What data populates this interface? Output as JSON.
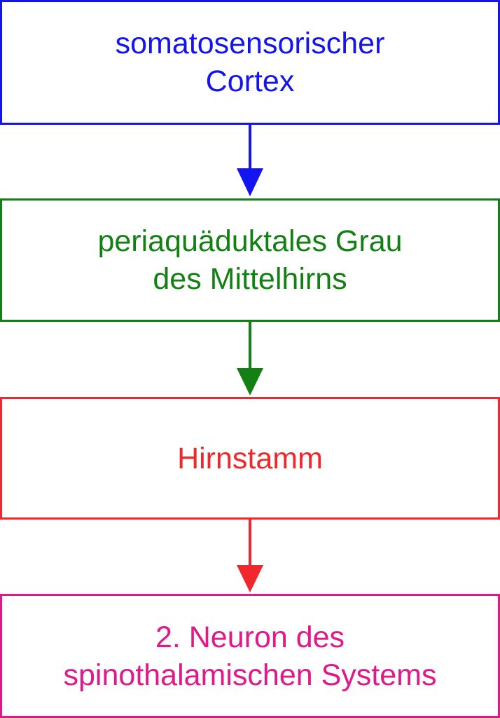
{
  "boxes": [
    {
      "lines": [
        "somatosensorischer",
        "Cortex"
      ],
      "color": "#1414f0"
    },
    {
      "lines": [
        "periaquäduktales Grau",
        "des Mittelhirns"
      ],
      "color": "#138013"
    },
    {
      "lines": [
        "Hirnstamm"
      ],
      "color": "#f0282e"
    },
    {
      "lines": [
        "2. Neuron des",
        "spinothalamischen Systems"
      ],
      "color": "#e01889"
    }
  ],
  "arrows": [
    {
      "from": 0,
      "to": 1,
      "color": "#1414f0"
    },
    {
      "from": 1,
      "to": 2,
      "color": "#138013"
    },
    {
      "from": 2,
      "to": 3,
      "color": "#f0282e"
    }
  ]
}
